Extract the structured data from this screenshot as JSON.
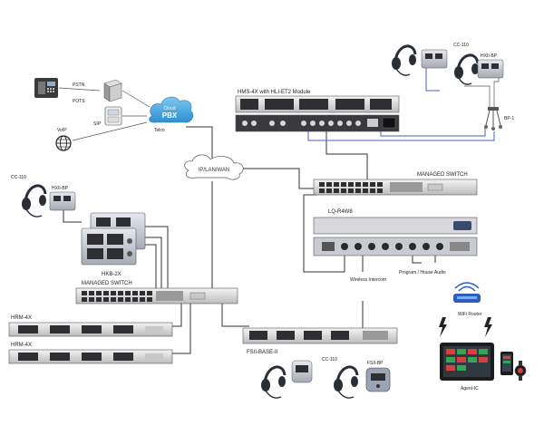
{
  "cloud_pbx": {
    "title": "PBX",
    "subtitle": "Cloud"
  },
  "cloud_lan": {
    "title": "IP/LAN/WAN"
  },
  "labels": {
    "pstn": "PSTN",
    "pots": "POTS",
    "sip": "SIP",
    "telco": "Telco",
    "voip": "VoIP",
    "hms4x": "HMS-4X with HLI-ET2 Module",
    "cc110_top": "CC-110",
    "hxiibp_top": "HXII-BP",
    "bp1": "BP-1",
    "managed_switch_right": "MANAGED SWITCH",
    "cc110_left": "CC-110",
    "hxiibp_left": "HXII-BP",
    "hkb2x": "HKB-2X",
    "managed_switch_left": "MANAGED SWITCH",
    "lq_r4w8": "LQ-R4W8",
    "hrm4x_1": "HRM-4X",
    "hrm4x_2": "HRM-4X",
    "wireless_intercom": "Wireless Intercom",
    "program_audio": "Program / House Audio",
    "wifi_router": "WiFi Router",
    "fsii_base": "FSII-BASE-II",
    "cc110_bottom": "CC-110",
    "fsiibp": "FSII-BP",
    "agent_ic": "Agent-IC"
  },
  "colors": {
    "cloud_blue": "#4aa9e0",
    "wire_blue": "#4a5bd0",
    "router_blue": "#2a5fc0",
    "rack_gray": "#dcdcdc",
    "panel_dark": "#2f2f33"
  }
}
